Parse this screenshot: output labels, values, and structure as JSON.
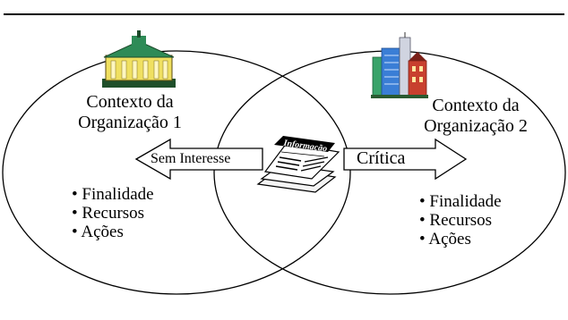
{
  "org1": {
    "title_line1": "Contexto da",
    "title_line2": "Organização 1",
    "bullets": [
      "• Finalidade",
      "• Recursos",
      "• Ações"
    ]
  },
  "org2": {
    "title_line1": "Contexto da",
    "title_line2": "Organização 2",
    "bullets": [
      "• Finalidade",
      "• Recursos",
      "• Ações"
    ]
  },
  "left_arrow_label": "Sem Interesse",
  "right_arrow_label": "Crítica",
  "newspaper_label": "Informação",
  "icons": {
    "org1": "classical-building-icon",
    "org2": "city-buildings-icon",
    "center": "newspaper-icon"
  },
  "colors": {
    "building_roof": "#2e8b57",
    "building_body": "#f0e060",
    "city_blue": "#3a7ed6",
    "city_green": "#3aa36a",
    "city_red": "#c8402e"
  }
}
